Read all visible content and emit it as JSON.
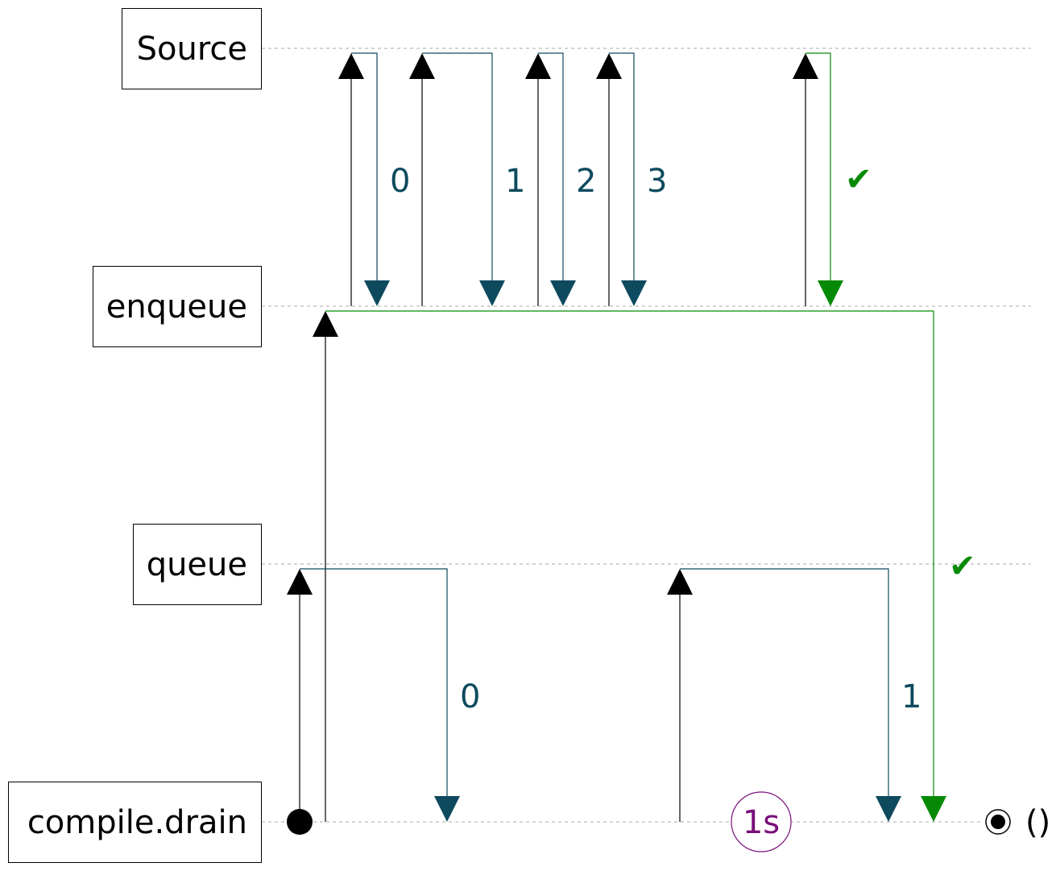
{
  "lanes": {
    "source": "Source",
    "enqueue": "enqueue",
    "queue": "queue",
    "drain": "compile.drain"
  },
  "labels": {
    "src_val_0": "0",
    "src_val_1": "1",
    "src_val_2": "2",
    "src_val_3": "3",
    "src_done": "✔",
    "queue_done": "✔",
    "queue_val_0": "0",
    "queue_val_1": "1",
    "timer": "1s",
    "result": "()"
  },
  "colors": {
    "value": "#0e4a5e",
    "complete": "#068a06",
    "timer": "#7a0f7a",
    "request": "#000000",
    "guide": "#a8a8a8"
  }
}
